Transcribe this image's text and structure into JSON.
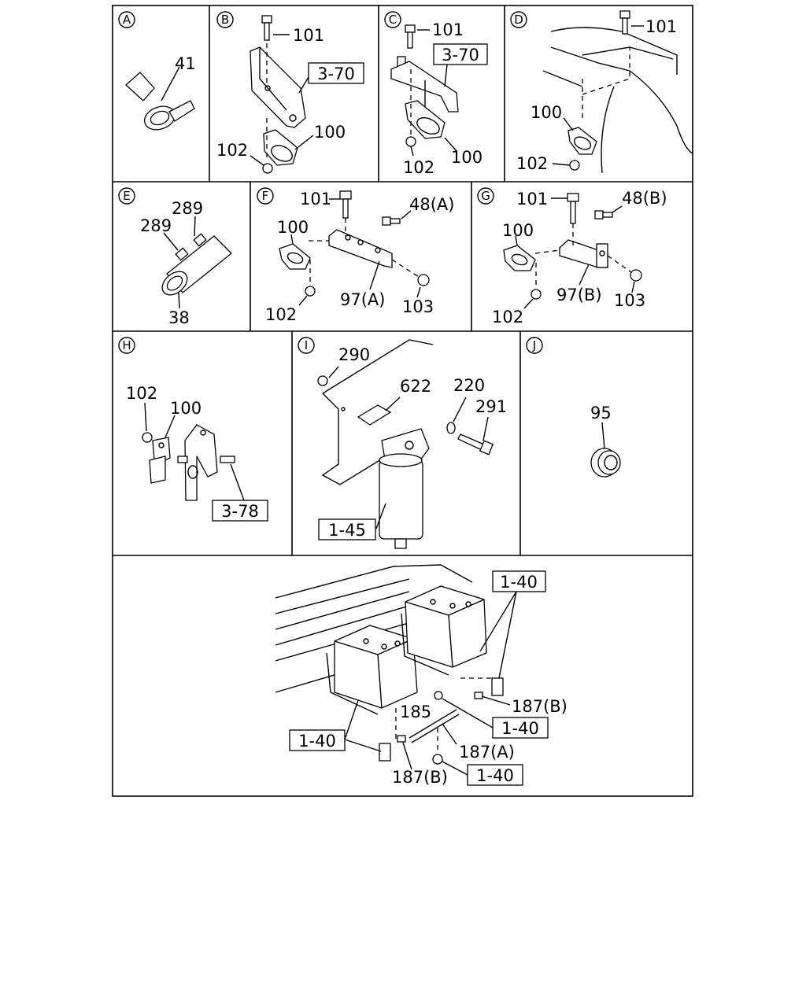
{
  "panels": {
    "A": {
      "letter": "A",
      "labels": {
        "p41": "41"
      }
    },
    "B": {
      "letter": "B",
      "labels": {
        "p101": "101",
        "ref": "3-70",
        "p100": "100",
        "p102": "102"
      }
    },
    "C": {
      "letter": "C",
      "labels": {
        "p101": "101",
        "ref": "3-70",
        "p100": "100",
        "p102": "102"
      }
    },
    "D": {
      "letter": "D",
      "labels": {
        "p101": "101",
        "p100": "100",
        "p102": "102"
      }
    },
    "E": {
      "letter": "E",
      "labels": {
        "p289a": "289",
        "p289b": "289",
        "p38": "38"
      }
    },
    "F": {
      "letter": "F",
      "labels": {
        "p101": "101",
        "p48": "48(A)",
        "p100": "100",
        "p102": "102",
        "p97": "97(A)",
        "p103": "103"
      }
    },
    "G": {
      "letter": "G",
      "labels": {
        "p101": "101",
        "p48": "48(B)",
        "p100": "100",
        "p102": "102",
        "p97": "97(B)",
        "p103": "103"
      }
    },
    "H": {
      "letter": "H",
      "labels": {
        "p102": "102",
        "p100": "100",
        "ref": "3-78"
      }
    },
    "I": {
      "letter": "I",
      "labels": {
        "p290": "290",
        "p622": "622",
        "p220": "220",
        "p291": "291",
        "ref": "1-45"
      }
    },
    "J": {
      "letter": "J",
      "labels": {
        "p95": "95"
      }
    },
    "main": {
      "labels": {
        "ref_top": "1-40",
        "ref_left": "1-40",
        "ref_mid": "1-40",
        "ref_bottom": "1-40",
        "p185": "185",
        "p187b_right": "187(B)",
        "p187a": "187(A)",
        "p187b_left": "187(B)"
      }
    }
  }
}
